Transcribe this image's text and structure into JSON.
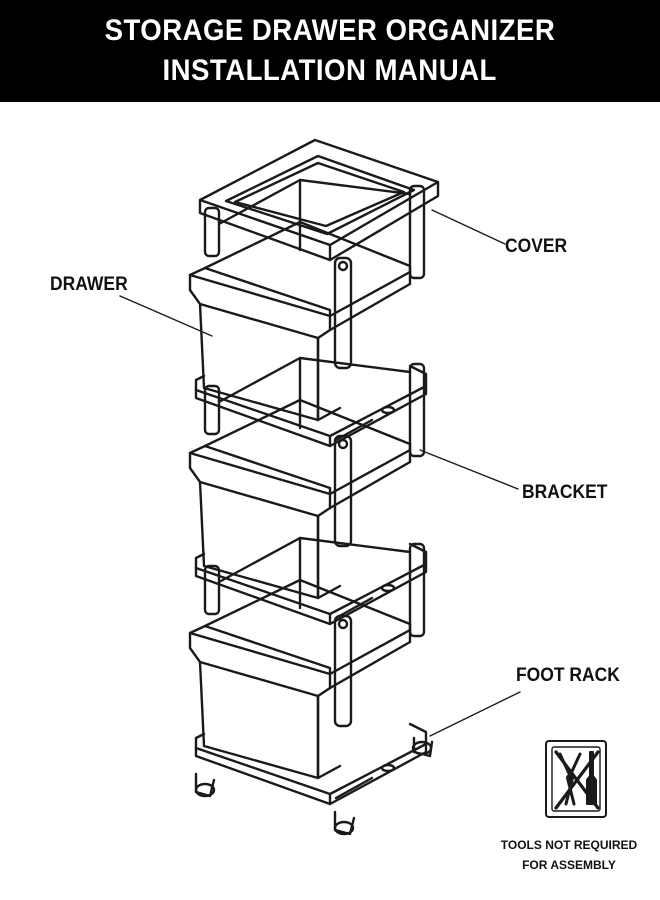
{
  "header": {
    "title_line1": "STORAGE DRAWER ORGANIZER",
    "title_line2": "INSTALLATION MANUAL"
  },
  "labels": {
    "cover": "COVER",
    "drawer": "DRAWER",
    "bracket": "BRACKET",
    "foot_rack": "FOOT RACK"
  },
  "tools_notice": {
    "line1": "TOOLS NOT REQUIRED",
    "line2": "FOR ASSEMBLY",
    "icon": "tools-not-required-icon"
  },
  "colors": {
    "header_bg": "#000000",
    "header_text": "#ffffff",
    "line_art": "#1a1a1a"
  }
}
